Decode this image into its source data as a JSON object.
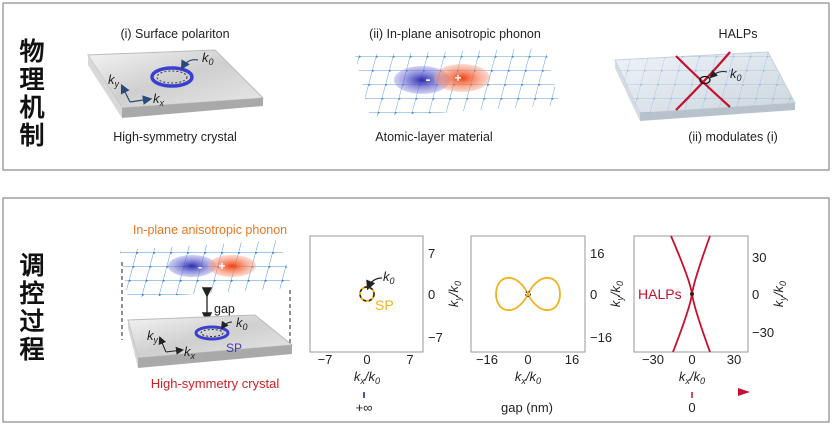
{
  "sections": {
    "mechanism": {
      "label": "物理机制",
      "panels": [
        {
          "title": "(i) Surface polariton",
          "caption": "High-symmetry crystal",
          "k0": "k",
          "k0_sub": "0",
          "ky": "k",
          "ky_sub": "y",
          "kx": "k",
          "kx_sub": "x"
        },
        {
          "title": "(ii) In-plane anisotropic phonon",
          "caption": "Atomic-layer material",
          "minus": "-",
          "plus": "+"
        },
        {
          "title": "HALPs",
          "caption": "(ii) modulates (i)",
          "k0": "k",
          "k0_sub": "0"
        }
      ]
    },
    "tuning": {
      "label": "调控过程",
      "illustration": {
        "top_label": "In-plane anisotropic phonon",
        "bottom_label": "High-symmetry crystal",
        "gap": "gap",
        "sp": "SP",
        "minus": "-",
        "plus": "+",
        "k0": "k",
        "k0_sub": "0",
        "ky": "k",
        "ky_sub": "y",
        "kx": "k",
        "kx_sub": "x"
      },
      "plots": [
        {
          "xticks": [
            "−7",
            "0",
            "7"
          ],
          "yticks": [
            "7",
            "0",
            "−7"
          ],
          "label": "SP",
          "k0": "k",
          "k0_sub": "0"
        },
        {
          "xticks": [
            "−16",
            "0",
            "16"
          ],
          "yticks": [
            "16",
            "0",
            "−16"
          ]
        },
        {
          "xticks": [
            "−30",
            "0",
            "30"
          ],
          "yticks": [
            "30",
            "0",
            "−30"
          ],
          "label": "HALPs"
        }
      ],
      "xlabel": {
        "k": "k",
        "sub": "x",
        "div": "/k",
        "sub2": "0"
      },
      "ylabel": {
        "k": "k",
        "sub": "y",
        "div": "/k",
        "sub2": "0"
      },
      "gap_axis": {
        "left": "+∞",
        "label": "gap (nm)",
        "right": "0"
      }
    }
  },
  "colors": {
    "sp": "#f0b21c",
    "halps": "#c8102e",
    "orange_label": "#e87722",
    "red_label": "#d11f26",
    "blue": "#3a3fb0",
    "lattice": "#4a90d9"
  }
}
